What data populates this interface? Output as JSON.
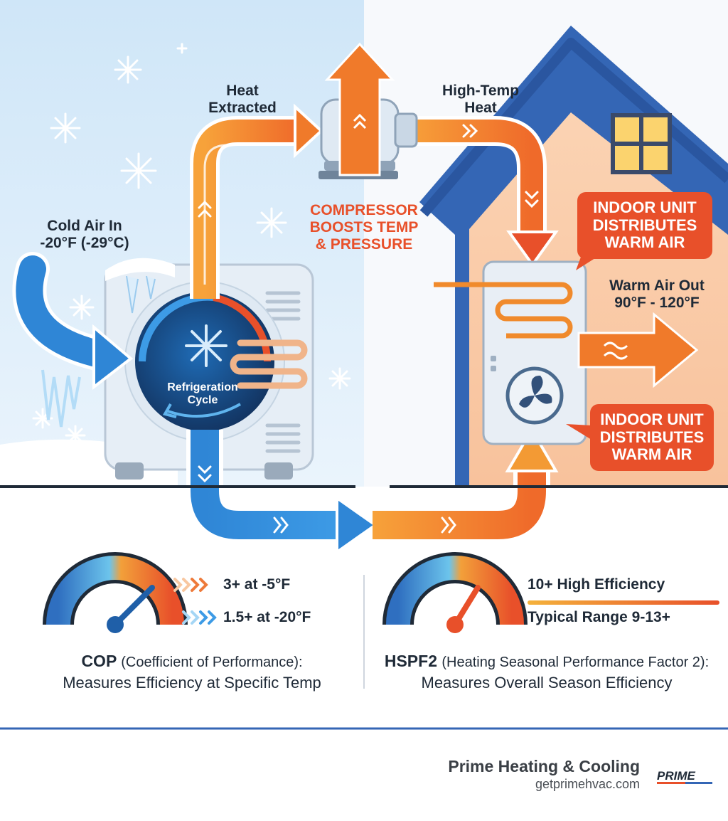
{
  "labels": {
    "heat_extracted": [
      "Heat",
      "Extracted"
    ],
    "high_temp_heat": [
      "High-Temp",
      "Heat"
    ],
    "cold_air_in": [
      "Cold Air In",
      "-20°F (-29°C)"
    ],
    "compressor": [
      "COMPRESSOR",
      "BOOSTS TEMP",
      "& PRESSURE"
    ],
    "refrigeration_cycle": [
      "Refrigeration",
      "Cycle"
    ],
    "warm_air_out": [
      "Warm Air Out",
      "90°F - 120°F"
    ],
    "indoor_callout_top": [
      "INDOOR UNIT",
      "DISTRIBUTES",
      "WARM AIR"
    ],
    "indoor_callout_bottom": [
      "INDOOR UNIT",
      "DISTRIBUTES",
      "WARM AIR"
    ]
  },
  "metrics": {
    "cop": {
      "legend": [
        "3+ at -5°F",
        "1.5+ at -20°F"
      ],
      "title": "COP",
      "title_rest": "(Coefficient of Performance):",
      "subtitle": "Measures Efficiency at Specific Temp"
    },
    "hspf2": {
      "legend": [
        "10+ High Efficiency",
        "Typical Range 9-13+"
      ],
      "title": "HSPF2",
      "title_rest": "(Heating Seasonal Performance Factor 2):",
      "subtitle": "Measures Overall Season Efficiency"
    }
  },
  "brand": {
    "name": "Prime Heating & Cooling",
    "url": "getprimehvac.com",
    "logo_text": "PRIME"
  },
  "colors": {
    "orange": "#f08a2c",
    "orange_dark": "#e8502a",
    "blue": "#2f86d6",
    "blue_dark": "#1f5fa8",
    "house_blue": "#3466b5",
    "navy_text": "#1f2a37"
  }
}
